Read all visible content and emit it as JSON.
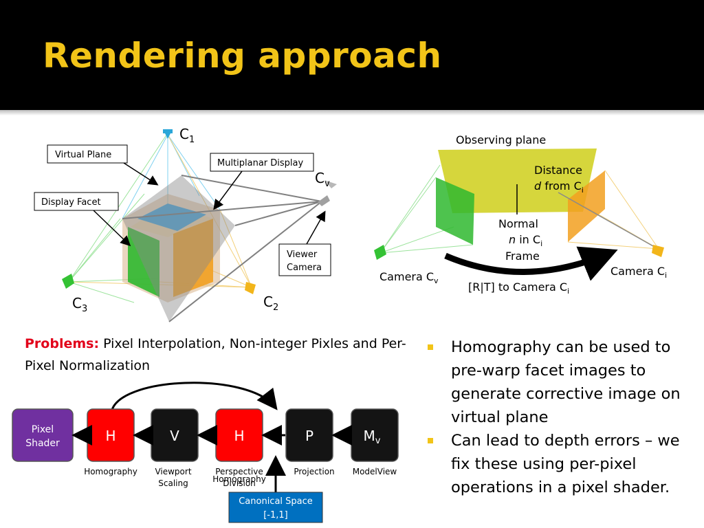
{
  "slide": {
    "title": "Rendering approach"
  },
  "left_figure": {
    "camera_c1": "C",
    "camera_c1_sub": "1",
    "camera_c2": "C",
    "camera_c2_sub": "2",
    "camera_c3": "C",
    "camera_c3_sub": "3",
    "camera_cv": "C",
    "camera_cv_sub": "v",
    "callout_virtual_plane": "Virtual Plane",
    "callout_multiplanar": "Multiplanar Display",
    "callout_display_facet": "Display Facet",
    "callout_viewer_1": "Viewer",
    "callout_viewer_2": "Camera"
  },
  "right_figure": {
    "observing_plane": "Observing plane",
    "distance_1": "Distance",
    "distance_2_italic": "d",
    "distance_2_rest": " from C",
    "distance_2_sub": "i",
    "normal_1": "Normal",
    "normal_2_italic": "n",
    "normal_2_rest": " in C",
    "normal_2_sub": "i",
    "normal_3": "Frame",
    "camera_cv": "Camera C",
    "camera_cv_sub": "v",
    "camera_ci": "Camera C",
    "camera_ci_sub": "i",
    "transform": "[R|T] to Camera C",
    "transform_sub": "i"
  },
  "problems": {
    "label": "Problems:",
    "text": " Pixel Interpolation, Non-integer Pixles and Per-Pixel Normalization"
  },
  "pipeline": {
    "boxes": [
      {
        "letter": "Pixel",
        "letter2": "Shader",
        "caption": ""
      },
      {
        "letter": "H",
        "caption": "Homography"
      },
      {
        "letter": "V",
        "caption": "Viewport",
        "caption2": "Scaling"
      },
      {
        "letter": "H",
        "caption": "Perspective",
        "caption2": "Division",
        "overlap": "Homography"
      },
      {
        "letter": "P",
        "caption": "Projection"
      },
      {
        "letter": "M",
        "letter_sub": "v",
        "caption": "ModelView"
      }
    ],
    "canonical_1": "Canonical Space",
    "canonical_2": "[-1,1]",
    "colors": {
      "shader": "#7030a0",
      "homography": "#ff0000",
      "dark": "#141414",
      "canonical": "#0070c0"
    }
  },
  "bullets": [
    "Homography can be used to pre-warp facet images to generate corrective image on virtual plane",
    "Can lead to depth errors – we fix these using per-pixel operations in a pixel shader."
  ],
  "colors": {
    "title": "#f2c418",
    "title_bg": "#000000",
    "bullet": "#f2c418",
    "problems": "#e2001a"
  }
}
